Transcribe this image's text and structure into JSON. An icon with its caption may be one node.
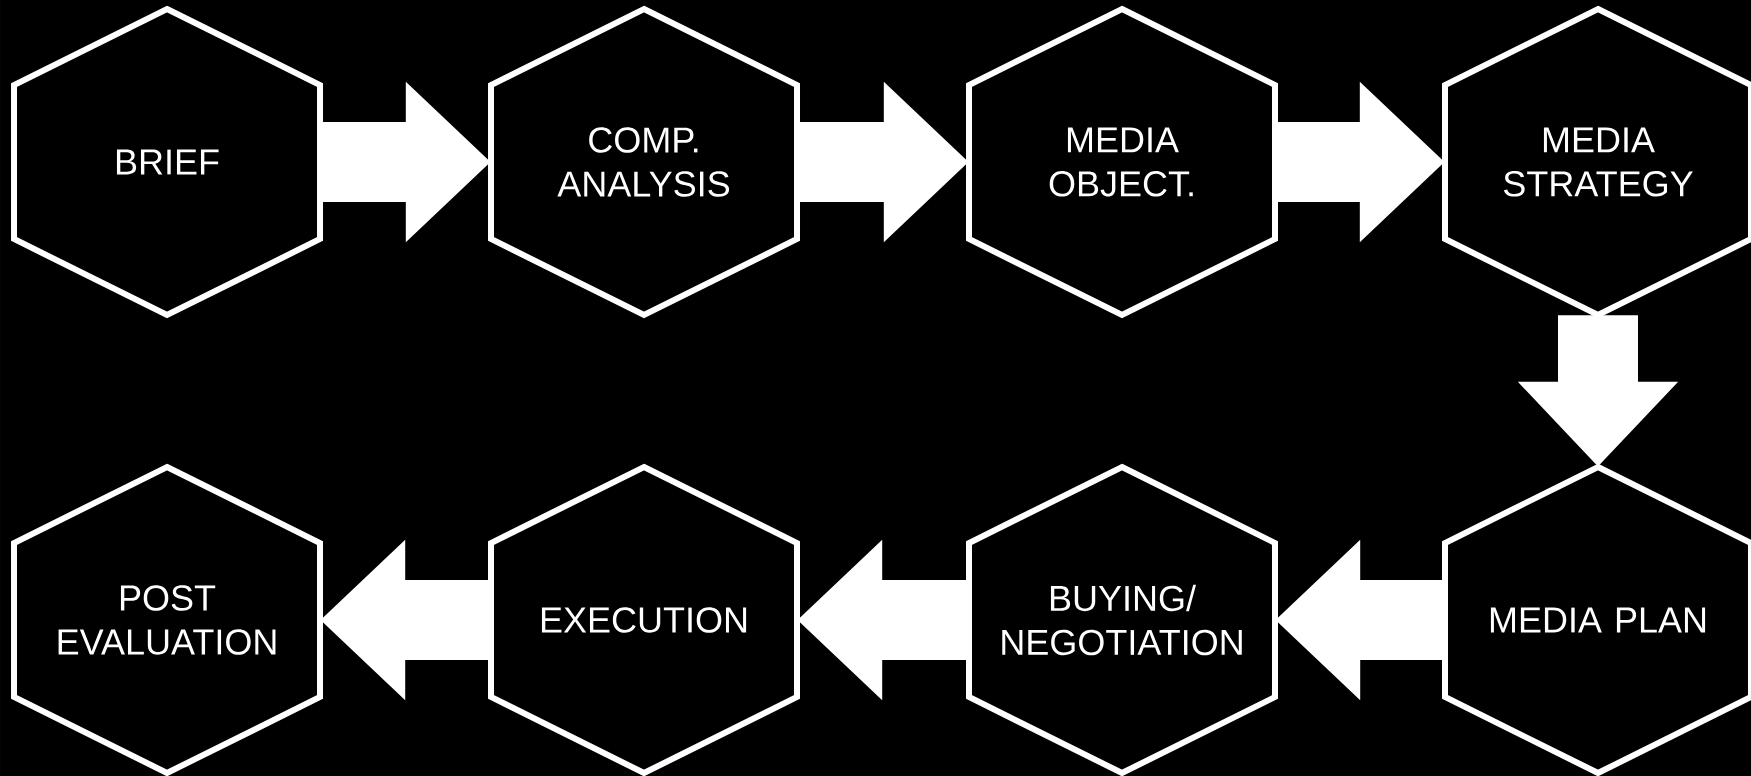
{
  "diagram": {
    "nodes": [
      {
        "text": [
          "BRIEF"
        ]
      },
      {
        "text": [
          "COMP. ANALYSIS"
        ]
      },
      {
        "text": [
          "MEDIA OBJECT."
        ]
      },
      {
        "text": [
          "MEDIA STRATEGY"
        ]
      },
      {
        "text": [
          "MEDIA PLAN"
        ]
      },
      {
        "text": [
          "BUYING/ NEGOTIATION"
        ]
      },
      {
        "text": [
          "EXECUTION"
        ]
      },
      {
        "text": [
          "POST EVALUATION"
        ]
      }
    ],
    "edges": [
      {
        "from": 0,
        "to": 1,
        "arrow": "to"
      },
      {
        "from": 1,
        "to": 2,
        "arrow": "to"
      },
      {
        "from": 2,
        "to": 3,
        "arrow": "to"
      },
      {
        "from": 3,
        "to": 4,
        "arrow": "to"
      },
      {
        "from": 4,
        "to": 5,
        "arrow": "to"
      },
      {
        "from": 5,
        "to": 6,
        "arrow": "to"
      },
      {
        "from": 6,
        "to": 7,
        "arrow": "to"
      }
    ]
  }
}
